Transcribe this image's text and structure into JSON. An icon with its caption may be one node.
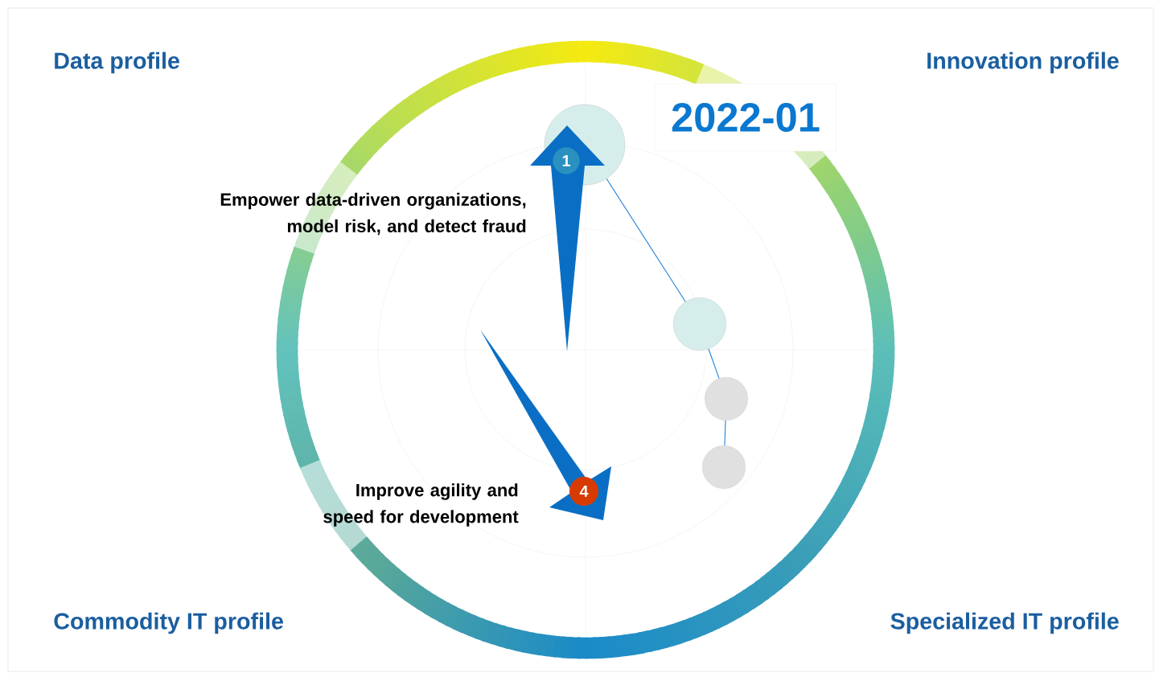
{
  "diagram": {
    "nodes": [
      {
        "text": [
          "2022-01"
        ]
      },
      {
        "text": [],
        "shape": "circle"
      },
      {
        "text": [
          "1"
        ],
        "in": 1
      },
      {
        "text": [],
        "shape": "circle"
      },
      {
        "text": [],
        "shape": "circle"
      },
      {
        "text": [],
        "shape": "circle"
      },
      {
        "text": [
          "4"
        ]
      }
    ],
    "edges": [
      {
        "from": 1,
        "to": 3,
        "arrow": "none"
      },
      {
        "from": 3,
        "to": 4,
        "arrow": "none"
      },
      {
        "from": 4,
        "to": 5,
        "arrow": "none"
      }
    ],
    "labels": [
      "Data profile",
      "Innovation profile",
      "Empower data-driven organizations, model risk, and detect fraud",
      "Improve agility and speed for development",
      "Commodity IT profile",
      "Specialized IT profile"
    ]
  }
}
